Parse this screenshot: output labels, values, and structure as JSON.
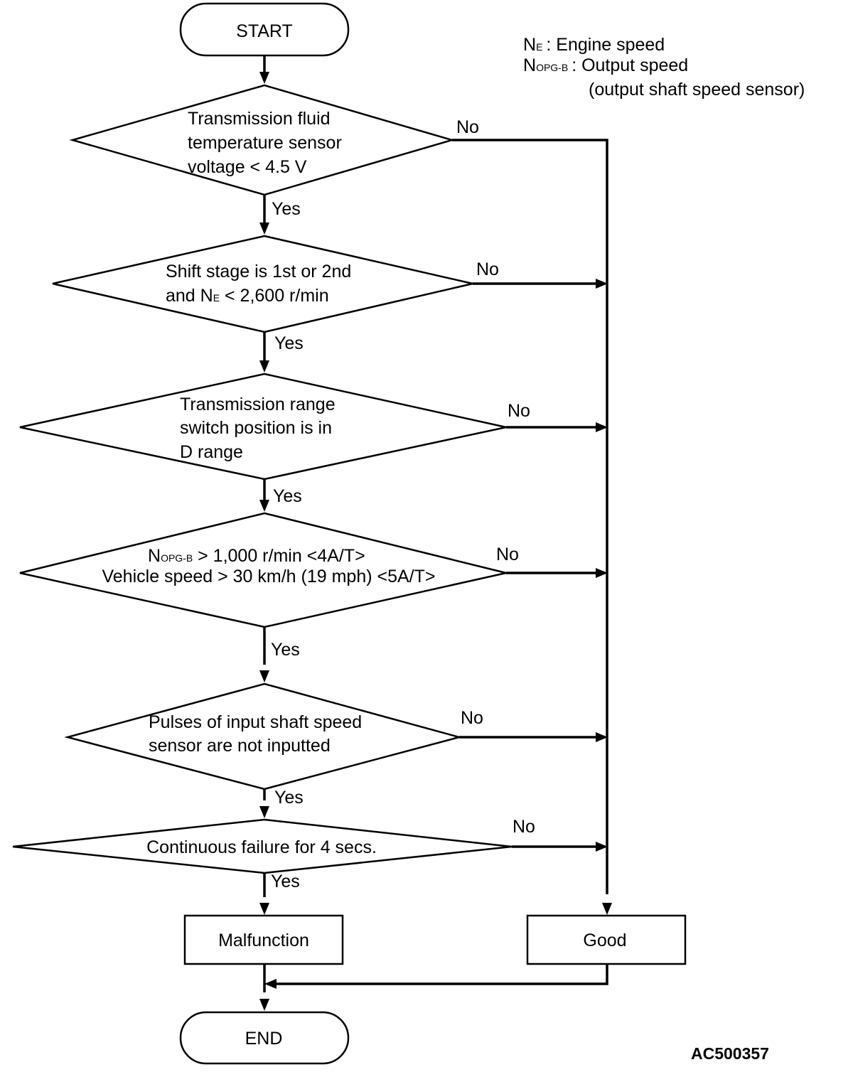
{
  "legend": {
    "ne": {
      "main": "N",
      "sub": "E",
      "desc": ": Engine speed"
    },
    "nopg": {
      "main": "N",
      "sub": "OPG-B",
      "desc": ": Output speed",
      "desc2": "(output shaft speed sensor)"
    }
  },
  "terminals": {
    "start": "START",
    "end": "END"
  },
  "decisions": {
    "d1": {
      "l1": "Transmission fluid",
      "l2": "temperature sensor",
      "l3": "voltage < 4.5 V"
    },
    "d2": {
      "l1": "Shift stage is 1st or 2nd",
      "l2_pre": "and N",
      "l2_sub": "E",
      "l2_post": " < 2,600 r/min"
    },
    "d3": {
      "l1": "Transmission range",
      "l2": "switch position is in",
      "l3": "D range"
    },
    "d4": {
      "l1_main": "N",
      "l1_sub": "OPG-B",
      "l1_post": " > 1,000 r/min <4A/T>",
      "l2": "Vehicle speed > 30 km/h (19 mph) <5A/T>"
    },
    "d5": {
      "l1": "Pulses of input shaft speed",
      "l2": "sensor are not inputted"
    },
    "d6": {
      "l1": "Continuous failure for 4 secs."
    }
  },
  "branch_labels": {
    "yes": "Yes",
    "no": "No"
  },
  "results": {
    "malfunction": "Malfunction",
    "good": "Good"
  },
  "figure_id": "AC500357"
}
